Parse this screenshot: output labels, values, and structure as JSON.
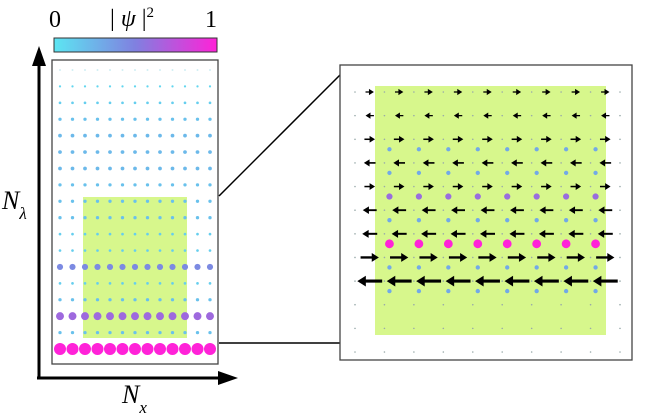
{
  "colorbar": {
    "min_label": "0",
    "max_label": "1",
    "title_bar": "|",
    "title_symbol": "ψ",
    "title_close": "|",
    "title_power": "2",
    "color_low": "#5ce6f2",
    "color_mid": "#8080e0",
    "color_high": "#ff22d8"
  },
  "axes": {
    "x_main": "N",
    "x_sub": "x",
    "y_main": "N",
    "y_sub": "λ"
  },
  "colors": {
    "highlight_region": "#d7f78c",
    "arrow": "#000000",
    "frame": "#444444"
  },
  "left_lattice": {
    "columns": 13,
    "rows": 17,
    "row_density": [
      0.05,
      0.08,
      0.12,
      0.18,
      0.22,
      0.22,
      0.22,
      0.18,
      0.18,
      0.18,
      0.12,
      0.12,
      0.45,
      0.12,
      0.18,
      0.62,
      0.18,
      1.0
    ]
  },
  "right_lattice": {
    "columns": 9,
    "rows": 11,
    "dot_rows": [
      {
        "row": 2,
        "density": 0.3
      },
      {
        "row": 3,
        "density": 0.3
      },
      {
        "row": 4,
        "density": 0.6
      },
      {
        "row": 5,
        "density": 0.3
      },
      {
        "row": 6,
        "density": 1.0
      },
      {
        "row": 7,
        "density": 0.3
      },
      {
        "row": 8,
        "density": 0.3
      }
    ],
    "arrow_rows": [
      {
        "row": 0,
        "direction": "right",
        "strength": 0.2
      },
      {
        "row": 1,
        "direction": "left",
        "strength": 0.2
      },
      {
        "row": 2,
        "direction": "right",
        "strength": 0.3
      },
      {
        "row": 3,
        "direction": "left",
        "strength": 0.35
      },
      {
        "row": 4,
        "direction": "right",
        "strength": 0.3
      },
      {
        "row": 5,
        "direction": "left",
        "strength": 0.45
      },
      {
        "row": 6,
        "direction": "left",
        "strength": 0.5
      },
      {
        "row": 7,
        "direction": "right",
        "strength": 0.65
      },
      {
        "row": 8,
        "direction": "left",
        "strength": 0.95
      }
    ]
  }
}
